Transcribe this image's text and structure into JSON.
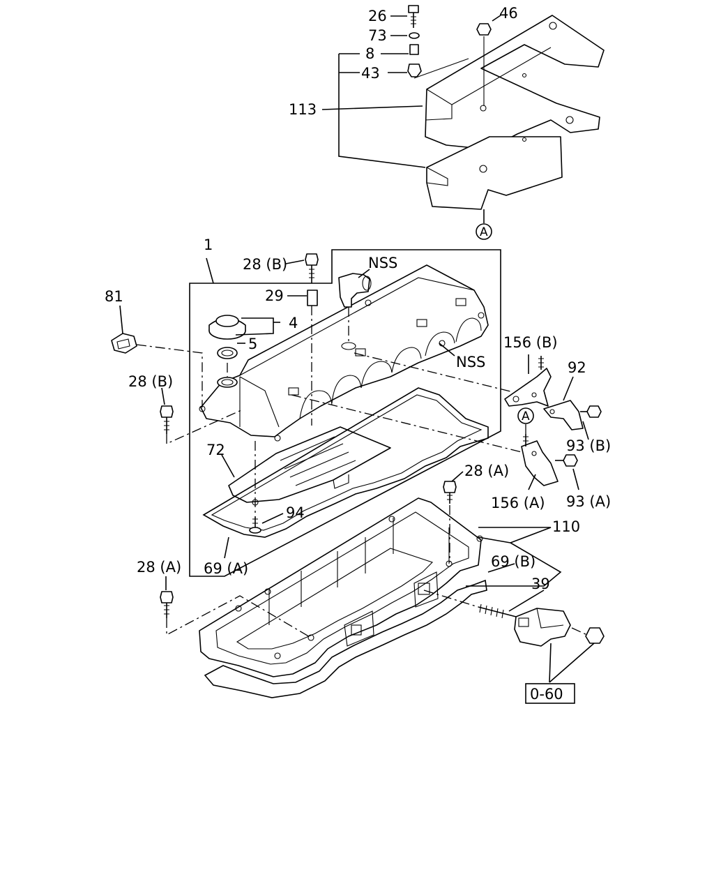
{
  "callouts": {
    "c26": "26",
    "c73": "73",
    "c8": "8",
    "c43": "43",
    "c46": "46",
    "c113": "113",
    "refA_top": "A",
    "c1": "1",
    "c28B_top": "28 (B)",
    "cNSS_top": "NSS",
    "c29": "29",
    "c81": "81",
    "c4": "4",
    "c5": "5",
    "cNSS_side": "NSS",
    "c156B": "156 (B)",
    "c92": "92",
    "c28B_left": "28 (B)",
    "refA_mid": "A",
    "c93B": "93 (B)",
    "c72": "72",
    "c28A_mid": "28 (A)",
    "c156A": "156 (A)",
    "c93A": "93 (A)",
    "c94": "94",
    "c110": "110",
    "c28A_left": "28 (A)",
    "c69B": "69 (B)",
    "c39": "39",
    "c69A": "69 (A)",
    "c060": "0-60"
  }
}
